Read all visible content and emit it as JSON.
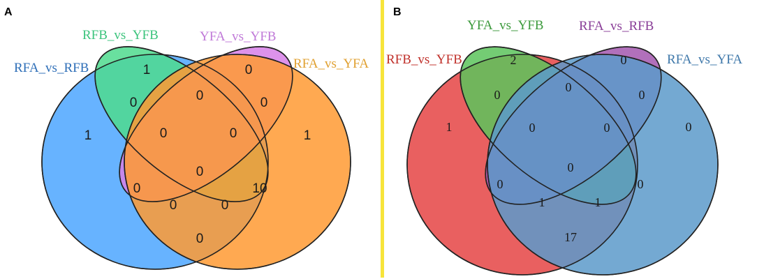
{
  "panel_a": {
    "letter": "A",
    "sets": [
      {
        "name": "RFA_vs_RFB",
        "color": "#4da6ff",
        "label_color": "#2f6fb8"
      },
      {
        "name": "RFB_vs_YFB",
        "color": "#4fdb8f",
        "label_color": "#3cc47d"
      },
      {
        "name": "YFA_vs_YFB",
        "color": "#d77fe8",
        "label_color": "#c079d8"
      },
      {
        "name": "RFA_vs_YFA",
        "color": "#ff9a33",
        "label_color": "#e0a030"
      }
    ],
    "counts": {
      "s1_only": "1",
      "s2_only": "1",
      "s3_only": "0",
      "s4_only": "1",
      "s1_s2": "0",
      "s3_s4": "0",
      "s1_s2_s3": "0",
      "s2_s3_s4": "0",
      "s1_s3": "0",
      "s2_s4": "10",
      "center_all": "0",
      "s1_s3_s4": "0",
      "s1_s2_s4": "0",
      "s1_s4": "0"
    }
  },
  "panel_b": {
    "letter": "B",
    "sets": [
      {
        "name": "RFB_vs_YFB",
        "color": "#e64545",
        "label_color": "#c0302a"
      },
      {
        "name": "YFA_vs_YFB",
        "color": "#5cc45c",
        "label_color": "#3c9a3c"
      },
      {
        "name": "RFA_vs_RFB",
        "color": "#a457b0",
        "label_color": "#8a3f98"
      },
      {
        "name": "RFA_vs_YFA",
        "color": "#5c9acb",
        "label_color": "#3f78aa"
      }
    ],
    "counts": {
      "s1_only": "1",
      "s2_only": "2",
      "s3_only": "0",
      "s4_only": "0",
      "s1_s2": "0",
      "s3_s4": "0",
      "s1_s2_s3": "0",
      "s2_s3_s4": "0",
      "s1_s3": "0",
      "s2_s4": "0",
      "center_all": "0",
      "s1_s3_s4": "1",
      "s1_s2_s4": "1",
      "s1_s4": "17"
    }
  }
}
